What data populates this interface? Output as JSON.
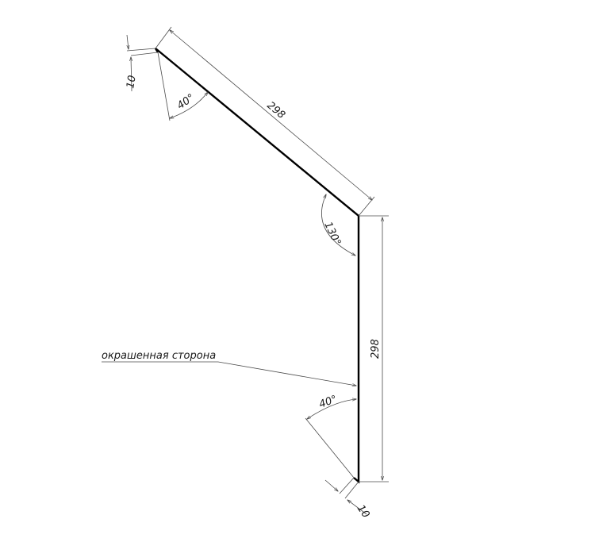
{
  "drawing": {
    "colors": {
      "profile": "#000000",
      "dimension_lines": "#4a4a4a",
      "text": "#1a1a1a",
      "background": "#ffffff"
    },
    "dimensions": {
      "top_flange": "10",
      "top_angle": "40°",
      "upper_length": "298",
      "bend_angle": "130°",
      "vertical_length": "298",
      "bottom_angle": "40°",
      "bottom_flange": "10"
    },
    "leader_label": "окрашенная сторона"
  }
}
